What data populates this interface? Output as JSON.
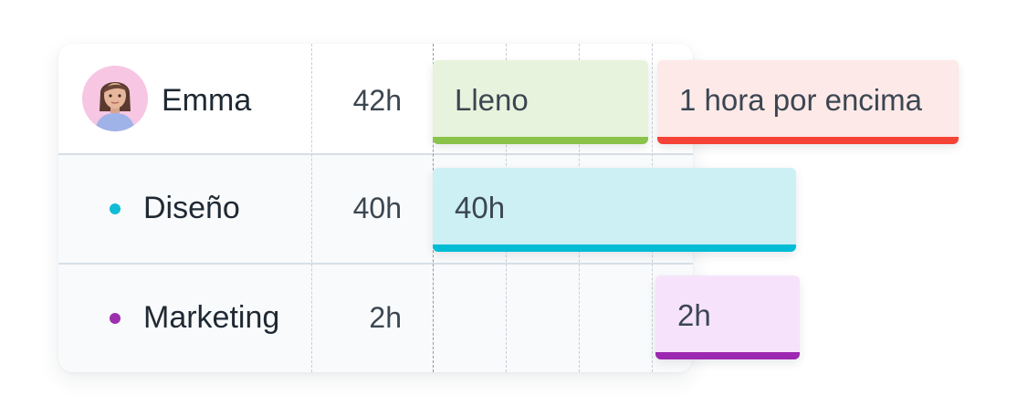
{
  "people": [
    {
      "name": "Emma",
      "hours": "42h",
      "avatar_icon": "user-avatar-icon",
      "avatar_bg": "#f7c6e3"
    }
  ],
  "projects": [
    {
      "name": "Diseño",
      "hours": "40h",
      "color": "#11bcd6"
    },
    {
      "name": "Marketing",
      "hours": "2h",
      "color": "#9b2fae"
    }
  ],
  "timeline": {
    "emma_bars": [
      {
        "label": "Lleno",
        "bg": "#e7f3dc",
        "accent": "#8bc34a"
      },
      {
        "label": "1 hora por encima",
        "bg": "#fde9e7",
        "accent": "#f44336"
      }
    ],
    "diseno_bar": {
      "label": "40h",
      "bg": "#cdf0f4",
      "accent": "#00bcd4"
    },
    "marketing_bar": {
      "label": "2h",
      "bg": "#f6e3fb",
      "accent": "#9c27b0"
    }
  }
}
